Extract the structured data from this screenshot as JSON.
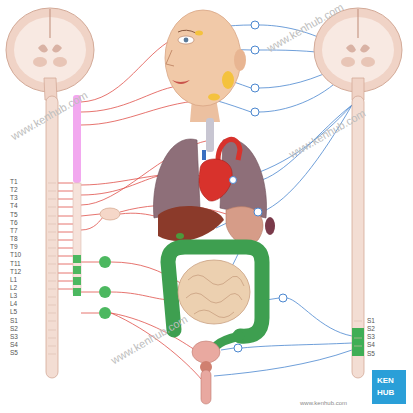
{
  "diagram": {
    "labels": [
      "T1",
      "T2",
      "T3",
      "T4",
      "T5",
      "T6",
      "T7",
      "T8",
      "T9",
      "T10",
      "T11",
      "T12",
      "L1",
      "L2",
      "L3",
      "L4",
      "L5",
      "S1",
      "S2",
      "S3",
      "S4",
      "S5",
      "S1",
      "S2",
      "S3",
      "S4",
      "S5",
      "www.kenhub.com",
      "www.kenhub.com",
      "www.kenhub.com",
      "www.kenhub.com",
      "www.kenhub.com",
      "KEN",
      "HUB"
    ]
  }
}
